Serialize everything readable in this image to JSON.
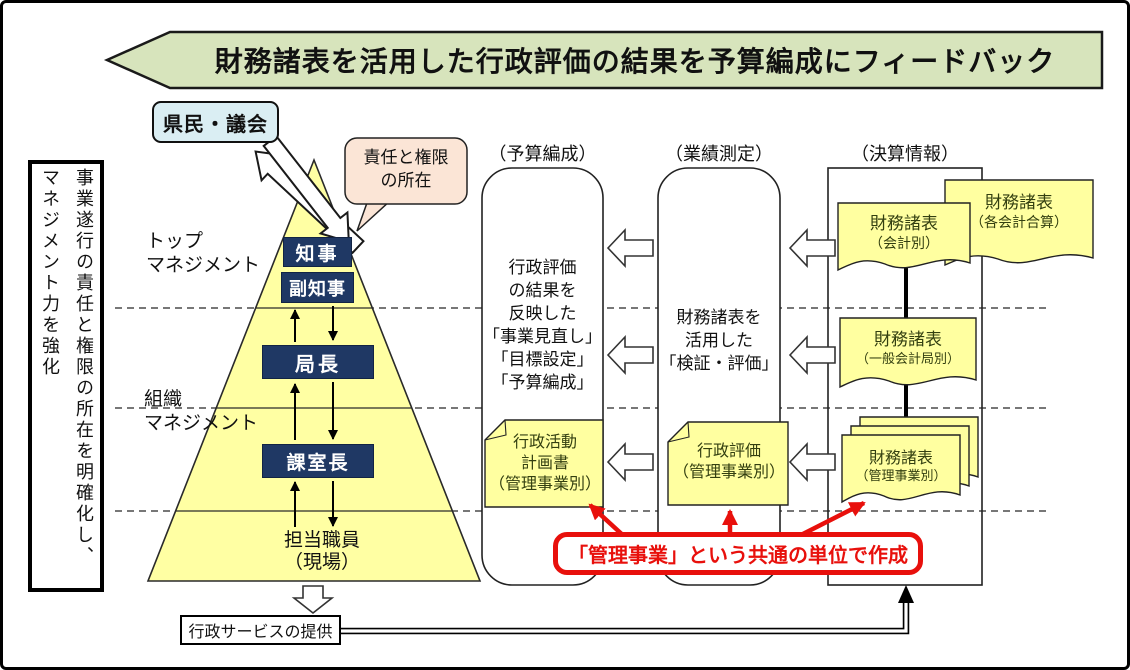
{
  "banner": {
    "title": "財務諸表を活用した行政評価の結果を予算編成にフィードバック"
  },
  "side_note": {
    "line1": "事業遂行の責任と権限の所在を明確化し、",
    "line2": "マネジメント力を強化"
  },
  "citizens": {
    "label": "県民・議会"
  },
  "speech_bubble": {
    "text": "責任と権限\nの所在"
  },
  "management": {
    "top": "トップ\nマネジメント",
    "org": "組織\nマネジメント"
  },
  "pyramid": {
    "levels": [
      {
        "label": "知事"
      },
      {
        "label": "副知事"
      },
      {
        "label": "局長"
      },
      {
        "label": "課室長"
      }
    ],
    "staff": "担当職員\n（現場）"
  },
  "columns": {
    "budget": {
      "header": "（予算編成）",
      "body": "行政評価\nの結果を\n反映した\n「事業見直し」\n「目標設定」\n「予算編成」",
      "card": "行政活動\n計画書\n（管理事業別）"
    },
    "performance": {
      "header": "（業績測定）",
      "body": "財務諸表を\n活用した\n「検証・評価」",
      "card": "行政評価\n（管理事業別）"
    },
    "settlement": {
      "header": "（決算情報）"
    }
  },
  "documents": {
    "merged": {
      "title": "財務諸表",
      "sub": "（各会計合算）"
    },
    "by_account": {
      "title": "財務諸表",
      "sub": "（会計別）"
    },
    "general_bureau": {
      "title": "財務諸表",
      "sub": "（一般会計局別）"
    },
    "managed_project": {
      "title": "財務諸表",
      "sub": "（管理事業別）"
    }
  },
  "callout": {
    "text": "「管理事業」という共通の単位で作成"
  },
  "service": {
    "label": "行政サービスの提供"
  },
  "colors": {
    "banner_green": "#d7e4bc",
    "pyramid_yellow": "#ffffa3",
    "document_yellow": "#ffffa0",
    "navy": "#1f3864",
    "citizens_blue": "#daeef3",
    "bubble_peach": "#fbe5d6",
    "callout_red": "#e8100c"
  }
}
